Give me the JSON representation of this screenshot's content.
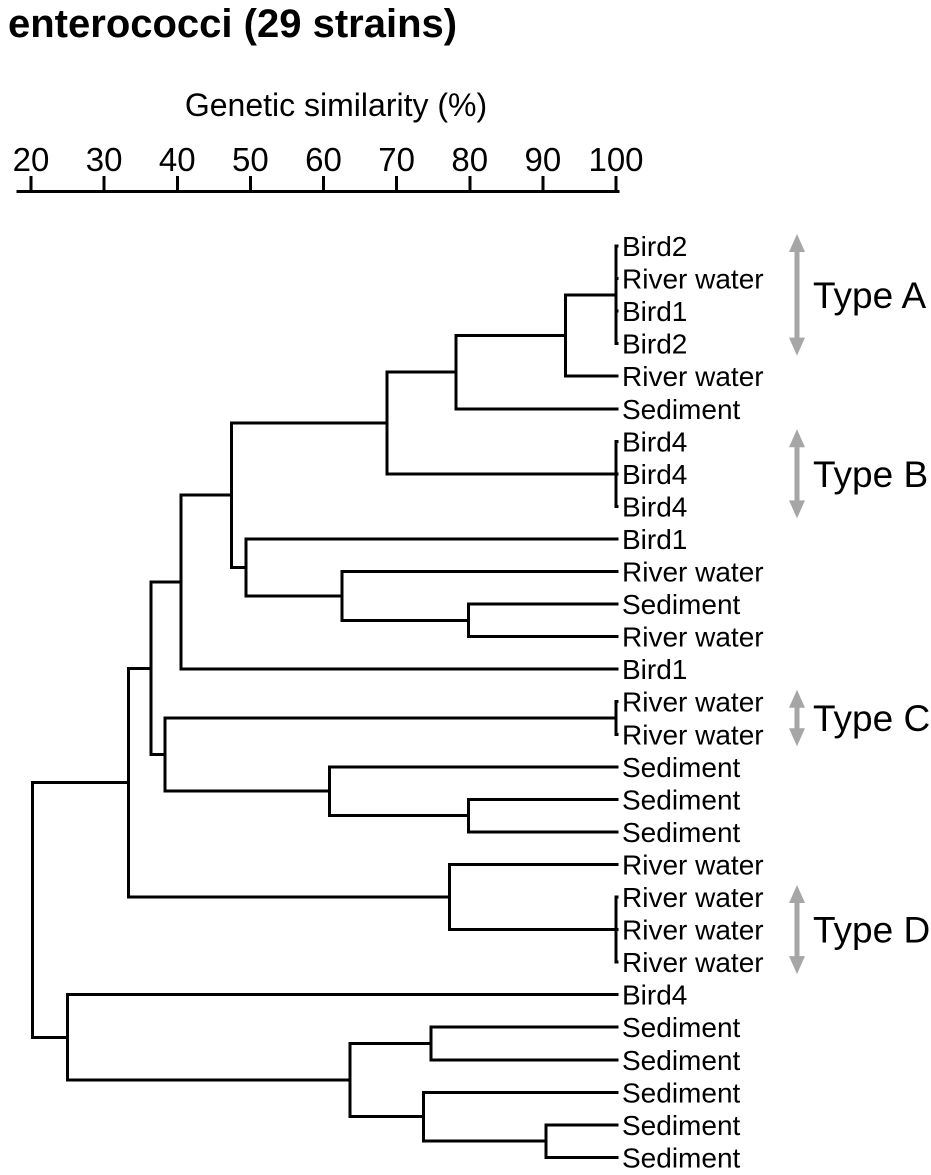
{
  "title": "enterococci (29 strains)",
  "axis": {
    "label": "Genetic similarity (%)",
    "min": 20,
    "max": 100,
    "ticks": [
      20,
      30,
      40,
      50,
      60,
      70,
      80,
      90,
      100
    ]
  },
  "colors": {
    "line": "#000000",
    "text": "#000000",
    "arrow": "#a6a6a6"
  },
  "chart_data": {
    "type": "dendrogram",
    "orientation": "horizontal; similarity increases to the right; leaf tips at 100%",
    "xlabel": "Genetic similarity (%)",
    "xlim": [
      20,
      100
    ],
    "n_leaves": 29,
    "leaves": [
      "Bird2",
      "River water",
      "Bird1",
      "Bird2",
      "River water",
      "Sediment",
      "Bird4",
      "Bird4",
      "Bird4",
      "Bird1",
      "River water",
      "Sediment",
      "River water",
      "Bird1",
      "River water",
      "River water",
      "Sediment",
      "Sediment",
      "Sediment",
      "River water",
      "River water",
      "River water",
      "River water",
      "Bird4",
      "Sediment",
      "Sediment",
      "Sediment",
      "Sediment",
      "Sediment"
    ],
    "types": [
      {
        "label": "Type A",
        "first_leaf": 1,
        "last_leaf": 4
      },
      {
        "label": "Type B",
        "first_leaf": 7,
        "last_leaf": 9
      },
      {
        "label": "Type C",
        "first_leaf": 15,
        "last_leaf": 16
      },
      {
        "label": "Type D",
        "first_leaf": 21,
        "last_leaf": 23
      }
    ],
    "tree": {
      "v": 20.2,
      "children": [
        {
          "v": 33.3,
          "children": [
            {
              "v": 36.4,
              "children": [
                {
                  "v": 40.5,
                  "children": [
                    {
                      "v": 47.4,
                      "children": [
                        {
                          "v": 68.7,
                          "children": [
                            {
                              "v": 78.1,
                              "children": [
                                {
                                  "v": 93.1,
                                  "children": [
                                    {
                                      "v": 100,
                                      "children": [
                                        1,
                                        2,
                                        3,
                                        4
                                      ]
                                    },
                                    5
                                  ]
                                },
                                6
                              ]
                            },
                            {
                              "v": 100,
                              "children": [
                                7,
                                8,
                                9
                              ]
                            }
                          ]
                        },
                        {
                          "v": 49.4,
                          "children": [
                            10,
                            {
                              "v": 62.5,
                              "children": [
                                11,
                                {
                                  "v": 79.8,
                                  "children": [
                                    12,
                                    13
                                  ]
                                }
                              ]
                            }
                          ]
                        }
                      ]
                    },
                    14
                  ]
                },
                {
                  "v": 38.3,
                  "children": [
                    {
                      "v": 100,
                      "children": [
                        15,
                        16
                      ]
                    },
                    {
                      "v": 60.8,
                      "children": [
                        17,
                        {
                          "v": 79.8,
                          "children": [
                            18,
                            19
                          ]
                        }
                      ]
                    }
                  ]
                }
              ]
            },
            {
              "v": 77.2,
              "children": [
                20,
                {
                  "v": 100,
                  "children": [
                    21,
                    22,
                    23
                  ]
                }
              ]
            }
          ]
        },
        {
          "v": 25,
          "children": [
            24,
            {
              "v": 63.6,
              "children": [
                {
                  "v": 74.7,
                  "children": [
                    25,
                    26
                  ]
                },
                {
                  "v": 73.7,
                  "children": [
                    27,
                    {
                      "v": 90.4,
                      "children": [
                        28,
                        29
                      ]
                    }
                  ]
                }
              ]
            }
          ]
        }
      ]
    }
  }
}
